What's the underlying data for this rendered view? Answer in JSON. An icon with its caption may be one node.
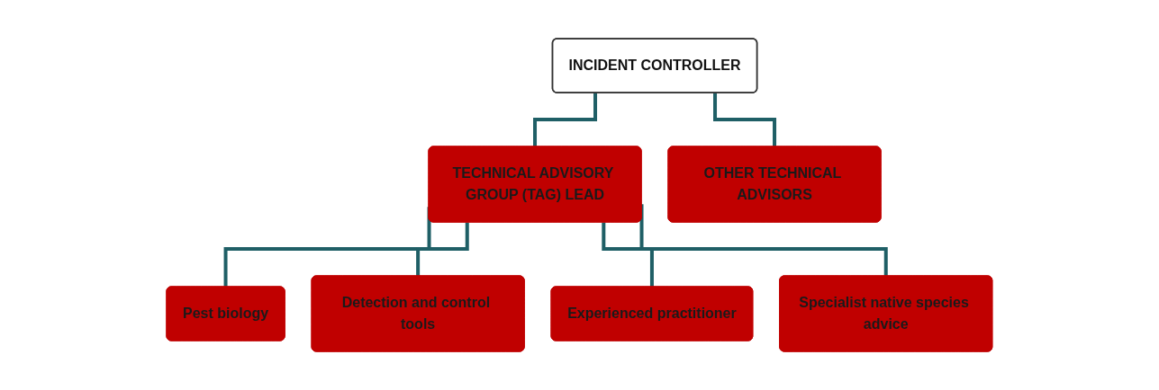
{
  "diagram": {
    "nodes": [
      {
        "text": [
          "INCIDENT CONTROLLER"
        ]
      },
      {
        "text": [
          "TECHNICAL ADVISORY GROUP (TAG) LEAD"
        ]
      },
      {
        "text": [
          "OTHER TECHNICAL ADVISORS"
        ]
      },
      {
        "text": [
          "Pest biology"
        ]
      },
      {
        "text": [
          "Detection and control tools"
        ]
      },
      {
        "text": [
          "Experienced practitioner"
        ]
      },
      {
        "text": [
          "Specialist native species advice"
        ]
      }
    ],
    "edges": [
      {
        "from": 0,
        "to": 1,
        "arrow": "none"
      },
      {
        "from": 0,
        "to": 2,
        "arrow": "none"
      },
      {
        "from": 1,
        "to": 3,
        "arrow": "none"
      },
      {
        "from": 1,
        "to": 4,
        "arrow": "none"
      },
      {
        "from": 1,
        "to": 5,
        "arrow": "none"
      },
      {
        "from": 1,
        "to": 6,
        "arrow": "none"
      }
    ]
  }
}
